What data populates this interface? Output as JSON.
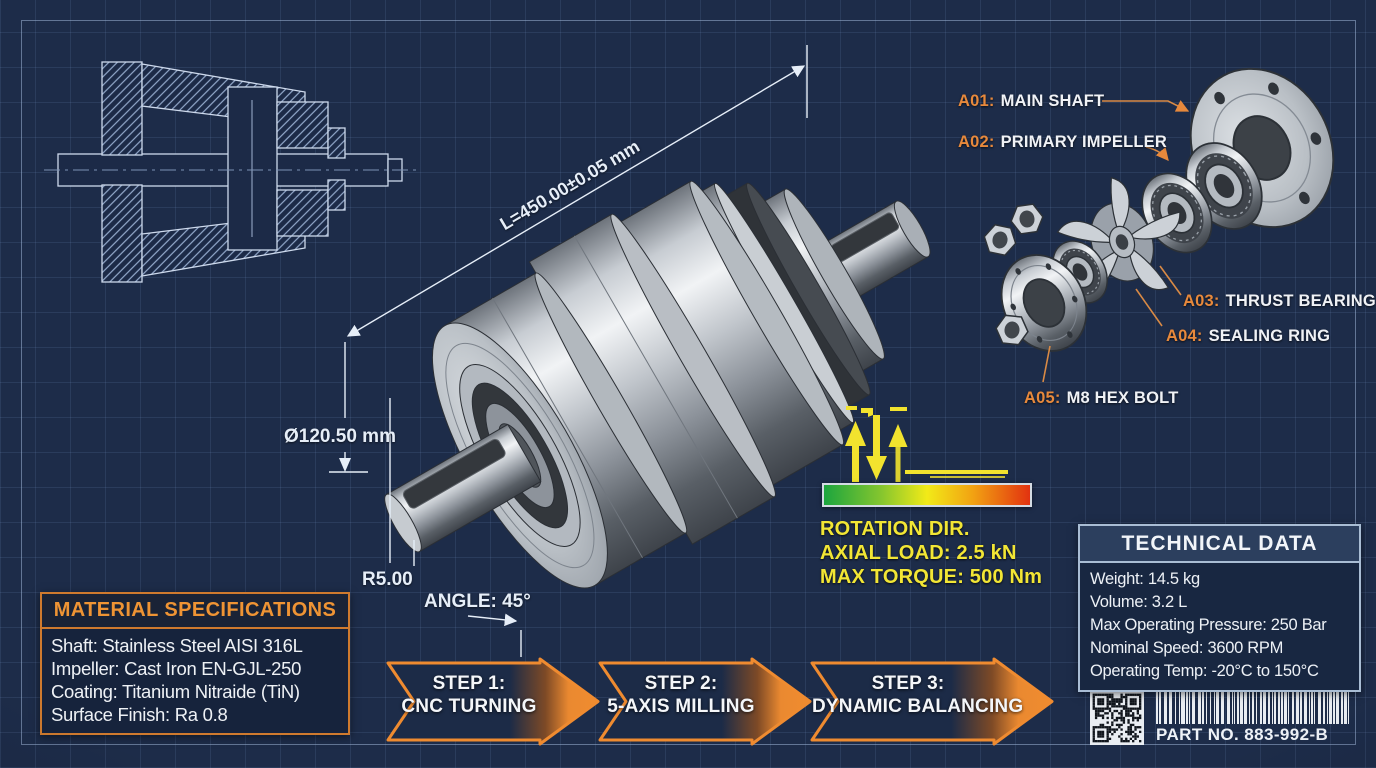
{
  "colors": {
    "background_navy": "#1d2c49",
    "accent_orange": "#ef8b30",
    "annotation_yellow": "#f2e635",
    "dimension_white": "#e6eef8",
    "metal_gray": "#c7ccd2"
  },
  "exploded_labels": [
    {
      "code": "A01:",
      "name": "MAIN SHAFT"
    },
    {
      "code": "A02:",
      "name": "PRIMARY IMPELLER"
    },
    {
      "code": "A03:",
      "name": "THRUST BEARING"
    },
    {
      "code": "A04:",
      "name": "SEALING RING"
    },
    {
      "code": "A05:",
      "name": "M8 HEX BOLT"
    }
  ],
  "dimensions": {
    "length": "L=450.00±0.05 mm",
    "diameter": "Ø120.50 mm",
    "radius": "R5.00",
    "angle": "ANGLE: 45°"
  },
  "load_info": {
    "rotation_dir": "ROTATION DIR.",
    "axial_load": "AXIAL LOAD: 2.5 kN",
    "max_torque": "MAX TORQUE: 500 Nm"
  },
  "material_specs": {
    "title": "MATERIAL SPECIFICATIONS",
    "rows": [
      "Shaft: Stainless Steel AISI 316L",
      "Impeller: Cast Iron EN-GJL-250",
      "Coating: Titanium Nitraide (TiN)",
      "Surface Finish: Ra 0.8"
    ]
  },
  "technical_data": {
    "title": "TECHNICAL DATA",
    "rows": [
      "Weight: 14.5 kg",
      "Volume: 3.2 L",
      "Max Operating Pressure: 250 Bar",
      "Nominal Speed: 3600 RPM",
      "Operating Temp: -20°C to 150°C"
    ]
  },
  "process_steps": [
    {
      "line1": "STEP 1:",
      "line2": "CNC TURNING"
    },
    {
      "line1": "STEP 2:",
      "line2": "5-AXIS MILLING"
    },
    {
      "line1": "STEP 3:",
      "line2": "DYNAMIC BALANCING"
    }
  ],
  "part_label": "PART NO. 883-992-B"
}
